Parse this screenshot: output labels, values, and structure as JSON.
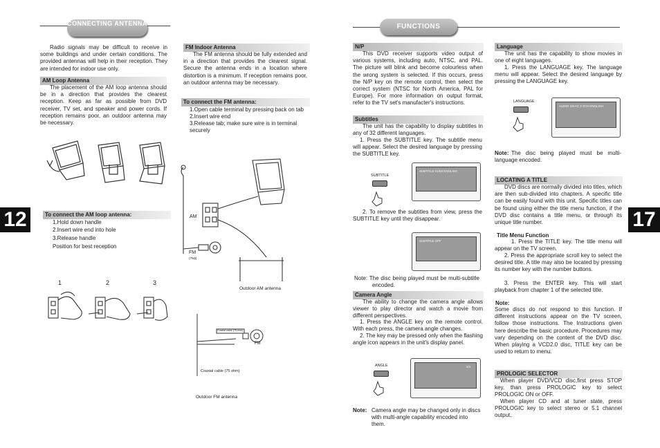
{
  "left_page": {
    "page_number": "12",
    "title": "CONNECTING ANTENNA",
    "intro": "Radio signals may be difficult to receive in some buildings and under certain conditions. The provided antennas will help in their reception. They are intended for indoor use only.",
    "am_loop": {
      "heading": "AM Loop Antenna",
      "text": "The placement of the AM loop antenna should be in a direction that provides the clearest reception. Keep as far as possible from DVD receiver, TV set, and speaker and power cords. If reception remains poor, an outdoor antenna may be necessary."
    },
    "fm_indoor": {
      "heading": "FM Indoor Antenna",
      "text": "The FM antenna should be fully extended and in a direction that provides the clearest signal. Secure the antenna ends in a location where distortion is a minimum. If reception remains poor, an outdoor antenna may be necessary."
    },
    "connect_fm": {
      "heading": "To connect the FM antenna:",
      "steps": [
        "1.Open cable terminal by pressing back on tab",
        "2.Insert wire end",
        "3.Release tab; make sure wire is in terminal securely"
      ]
    },
    "connect_am": {
      "heading": "To connect the AM loop antenna:",
      "steps": [
        "1.Hold down handle",
        "2.Insert wire end into hole",
        "3.Release handle",
        "Position for best reception"
      ]
    },
    "step_numbers": [
      "1",
      "2",
      "3"
    ],
    "labels": {
      "am": "AM",
      "fm": "FM",
      "fm_ohm": "(75Ω)",
      "outdoor_am": "Outdoor AM antenna",
      "fm2": "FM",
      "coax_small": "Coaxial cable (75 ohm)",
      "coax": "Coaxial cable (75 ohm)",
      "outdoor_fm": "Outdoor FM antenna"
    }
  },
  "right_page": {
    "page_number": "17",
    "title": "FUNCTIONS",
    "np": {
      "heading": "N/P",
      "text": "This DVD receiver supports video output of various systems, including auto, NTSC, and PAL. The picture will blink and become colourless when the wrong system is selected. If this occurs, press the N/P key on the remote control, then select the correct system (NTSC for North America, PAL for Europe). For more information on output format, refer to the TV set's manufacter's instructions."
    },
    "subtitles": {
      "heading": "Subtitles",
      "text": "The unit has the capability to display subtitles in any of 32 different languages.",
      "step1": "1. Press the SUBTITLE key. The subtitle menu will appear. Select the desired language by pressing the SUBTITLE key.",
      "key_label": "SUBTITLE",
      "osd1": "SUBTITLE 01/03 ENGLISH",
      "step2": "2. To remove the subtitles from view, press the SUBTITLE key until they disappear.",
      "osd2": "SUBTITLE OFF",
      "note": "Note: The disc being played must be multi-subtitle encoded."
    },
    "camera": {
      "heading": "Camera Angle",
      "text": "The ability to change the camera angle allows viewer to play director and watch a movie from different perspectives.",
      "step1": "1. Press the ANGLE key on the remote control. With each press, the camera angle changes.",
      "step2": "2. The key may be pressed only when the flashing angle icon appears in the unit's display panel.",
      "key_label": "ANGLE",
      "osd": "1/4",
      "note_label": "Note:",
      "note": "Camera angle may be changed only in discs with multi-angle capability encoded into them."
    },
    "language": {
      "heading": "Language",
      "text": "The unit has the capability to show movies in one of eight languages.",
      "step1": "1. Press the LANGUAGE key. The language menu will appear. Select the desired language by pressing the LANGUAGE key.",
      "key_label": "LANGUAGE",
      "osd": "AUDIO 1/8 AC 3 2CH ENGLISH",
      "note_label": "Note:",
      "note": "The disc being played must be multi-language encoded."
    },
    "locating": {
      "heading": "LOCATING A TITLE",
      "text": "DVD discs are normally divided into titles, which are then sub-divided into chapters. A specific title can be easily found with this unit. Specific titles can be found using either the title menu function, if the DVD disc contains a title menu, or through its unique title number.",
      "sub_heading": "Title Menu Function",
      "step1": "1. Press the TITLE key. The title menu will appear on the TV screen.",
      "step2": "2. Press the appropriate scroll key to select the desired title. A title may also be located by pressing its number key with the number buttons.",
      "step3": "3. Press the ENTER key. This will start playback from chapter 1 of the selected title.",
      "note_label": "Note:",
      "note": "Some discs do not respond to this function. If different instructions appear on the TV screen, follow those instructions. The Instructions given here describe the basic procedure. Procedures may vary depending on the content of the DVD disc. When playing a VCD2.0 disc, TITLE key can be used to return to menu."
    },
    "prologic": {
      "heading": "PROLOGIC SELECTOR",
      "text1": "When player DVD/VCD disc,first press STOP key, than press PROLOGIC key to select PROLOGIC ON or OFF.",
      "text2": "When player CD and at tuner state, press PROLOGIC key to select stereo or 5.1 channel output."
    }
  }
}
